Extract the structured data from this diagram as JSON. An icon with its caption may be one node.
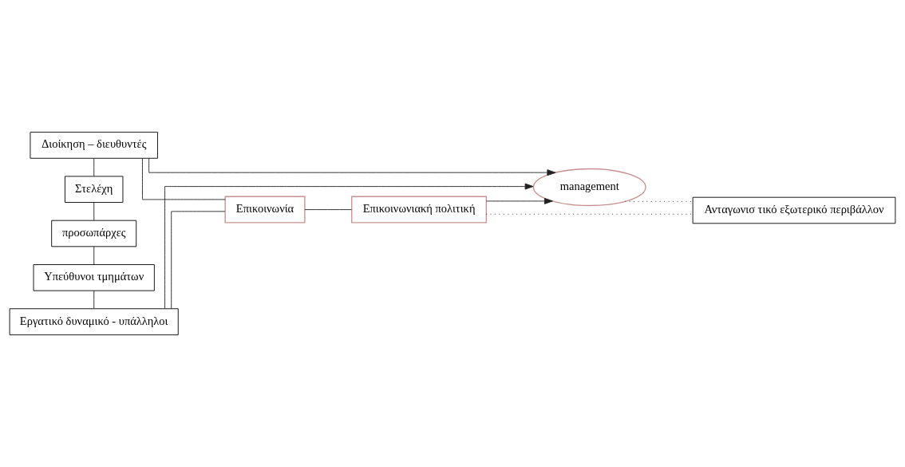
{
  "diagram": {
    "nodes": [
      {
        "text": [
          "Διοίκηση – διευθυντές"
        ]
      },
      {
        "text": [
          "Στελέχη"
        ]
      },
      {
        "text": [
          "προσωπάρχες"
        ]
      },
      {
        "text": [
          "Υπεύθυνοι τμημάτων"
        ]
      },
      {
        "text": [
          "Εργατικό δυναμικό - υπάλληλοι"
        ]
      },
      {
        "text": [
          "Επικοινωνία"
        ]
      },
      {
        "text": [
          "Επικοινωνιακή πολιτική"
        ]
      },
      {
        "text": [
          "management"
        ]
      },
      {
        "text": [
          "Ανταγωνισ τικό εξωτερικό περιβάλλον"
        ]
      }
    ],
    "edges": [
      {
        "from": 0,
        "to": 1,
        "arrow": "none"
      },
      {
        "from": 1,
        "to": 2,
        "arrow": "none"
      },
      {
        "from": 2,
        "to": 3,
        "arrow": "none"
      },
      {
        "from": 3,
        "to": 4,
        "arrow": "none"
      },
      {
        "from": 0,
        "to": 5,
        "arrow": "none"
      },
      {
        "from": 4,
        "to": 5,
        "arrow": "none"
      },
      {
        "from": 0,
        "to": 7,
        "arrow": "to"
      },
      {
        "from": 4,
        "to": 7,
        "arrow": "to"
      },
      {
        "from": 5,
        "to": 6,
        "arrow": "none"
      },
      {
        "from": 6,
        "to": 7,
        "arrow": "to"
      },
      {
        "from": 6,
        "to": 8,
        "arrow": "none",
        "style": "dashed"
      },
      {
        "from": 7,
        "to": 8,
        "arrow": "none",
        "style": "dashed"
      }
    ]
  }
}
